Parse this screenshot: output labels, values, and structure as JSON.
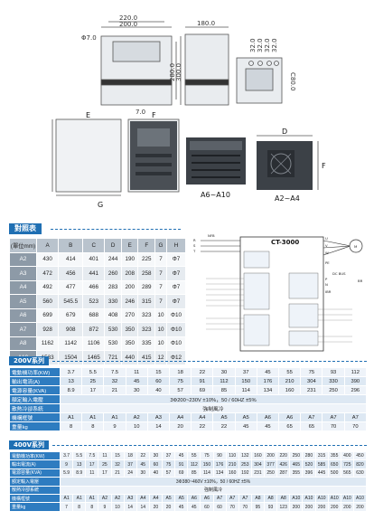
{
  "drawings": {
    "front_dims": {
      "width_outer": "220.0",
      "width_inner": "200.0",
      "height_outer": "300.0",
      "height_inner": "280.0",
      "hole": "Φ7.0",
      "bottom": "7.0"
    },
    "side_dims": {
      "depth": "180.0"
    },
    "top_dims": {
      "d1": "32.0",
      "d2": "32.0",
      "d3": "32.0",
      "d4": "32.0",
      "side": "C80.0"
    },
    "letters": {
      "e": "E",
      "f": "F",
      "g": "G",
      "d": "D",
      "f2": "F"
    },
    "captions": {
      "left": "A6~A10",
      "right": "A2~A4"
    }
  },
  "dimension_table": {
    "title": "對照表",
    "columns": [
      "(單位mm)",
      "A",
      "B",
      "C",
      "D",
      "E",
      "F",
      "G",
      "H"
    ],
    "rows": [
      [
        "A2",
        "430",
        "414",
        "401",
        "244",
        "190",
        "225",
        "7",
        "Φ7"
      ],
      [
        "A3",
        "472",
        "456",
        "441",
        "260",
        "208",
        "258",
        "7",
        "Φ7"
      ],
      [
        "A4",
        "492",
        "477",
        "466",
        "283",
        "200",
        "289",
        "7",
        "Φ7"
      ],
      [
        "A5",
        "560",
        "545.5",
        "523",
        "330",
        "246",
        "315",
        "7",
        "Φ7"
      ],
      [
        "A6",
        "699",
        "679",
        "688",
        "408",
        "270",
        "323",
        "10",
        "Φ10"
      ],
      [
        "A7",
        "928",
        "908",
        "872",
        "530",
        "350",
        "323",
        "10",
        "Φ10"
      ],
      [
        "A8",
        "1162",
        "1142",
        "1106",
        "530",
        "350",
        "335",
        "10",
        "Φ10"
      ],
      [
        "A10",
        "1533",
        "1504",
        "1465",
        "721",
        "440",
        "415",
        "12",
        "Φ12"
      ]
    ]
  },
  "wiring": {
    "model": "CT-3000",
    "labels": {
      "npb": "NFB",
      "r": "R",
      "s": "S",
      "t": "T",
      "u": "U",
      "v": "V",
      "w": "W",
      "m": "M",
      "pe": "PE",
      "dcbus": "DC BUS",
      "p": "P",
      "n": "N",
      "br": "BR",
      "ibr": "IBR"
    }
  },
  "spec200": {
    "title": "200V系列",
    "rows": [
      {
        "label": "電動機功率(KW)",
        "values": [
          "3.7",
          "5.5",
          "7.5",
          "11",
          "15",
          "18",
          "22",
          "30",
          "37",
          "45",
          "55",
          "75",
          "93",
          "112"
        ]
      },
      {
        "label": "輸出電流(A)",
        "values": [
          "13",
          "25",
          "32",
          "45",
          "60",
          "75",
          "91",
          "112",
          "150",
          "176",
          "210",
          "304",
          "330",
          "390"
        ]
      },
      {
        "label": "電源容量(KVA)",
        "values": [
          "8.9",
          "17",
          "21",
          "30",
          "40",
          "57",
          "69",
          "85",
          "114",
          "134",
          "160",
          "231",
          "250",
          "296"
        ]
      },
      {
        "label": "額定輸入電壓",
        "span": "3Φ200~230V ±10%，50 / 60HZ ±5%"
      },
      {
        "label": "散熱冷卻系統",
        "span": "強制風冷"
      },
      {
        "label": "機構框號",
        "values": [
          "A1",
          "A1",
          "A1",
          "A2",
          "A3",
          "A4",
          "A4",
          "A5",
          "A5",
          "A6",
          "A6",
          "A7",
          "A7",
          "A7"
        ]
      },
      {
        "label": "重量kg",
        "values": [
          "8",
          "8",
          "9",
          "10",
          "14",
          "20",
          "22",
          "22",
          "45",
          "45",
          "65",
          "65",
          "70",
          "70"
        ]
      }
    ]
  },
  "spec400": {
    "title": "400V系列",
    "rows": [
      {
        "label": "電動機功率(KW)",
        "values": [
          "3.7",
          "5.5",
          "7.5",
          "11",
          "15",
          "18",
          "22",
          "30",
          "37",
          "45",
          "55",
          "75",
          "90",
          "110",
          "132",
          "160",
          "200",
          "220",
          "250",
          "280",
          "315",
          "355",
          "400",
          "450"
        ]
      },
      {
        "label": "輸出電流(A)",
        "values": [
          "9",
          "13",
          "17",
          "25",
          "32",
          "37",
          "45",
          "60",
          "75",
          "91",
          "112",
          "150",
          "176",
          "210",
          "253",
          "304",
          "377",
          "426",
          "465",
          "520",
          "585",
          "650",
          "725",
          "820"
        ]
      },
      {
        "label": "電源容量(KVA)",
        "values": [
          "5.9",
          "8.9",
          "11",
          "17",
          "21",
          "24",
          "30",
          "40",
          "57",
          "69",
          "85",
          "114",
          "134",
          "160",
          "192",
          "231",
          "250",
          "287",
          "355",
          "396",
          "445",
          "500",
          "565",
          "630"
        ]
      },
      {
        "label": "額定輸入電壓",
        "span": "3Φ380~460V ±10%，50 / 60HZ ±5%"
      },
      {
        "label": "散熱冷卻系統",
        "span": "強制風冷"
      },
      {
        "label": "機構框號",
        "values": [
          "A1",
          "A1",
          "A1",
          "A2",
          "A2",
          "A3",
          "A4",
          "A4",
          "A5",
          "A5",
          "A6",
          "A6",
          "A7",
          "A7",
          "A7",
          "A8",
          "A8",
          "A8",
          "A10",
          "A10",
          "A10",
          "A10",
          "A10",
          "A10"
        ]
      },
      {
        "label": "重量kg",
        "values": [
          "7",
          "8",
          "8",
          "9",
          "10",
          "14",
          "14",
          "20",
          "20",
          "45",
          "45",
          "60",
          "60",
          "70",
          "70",
          "95",
          "93",
          "123",
          "200",
          "200",
          "200",
          "200",
          "200",
          "200"
        ]
      }
    ]
  },
  "colors": {
    "accent": "#1f6fb3",
    "table_header": "#8d9aa7",
    "row_header": "#2e7cc0"
  }
}
